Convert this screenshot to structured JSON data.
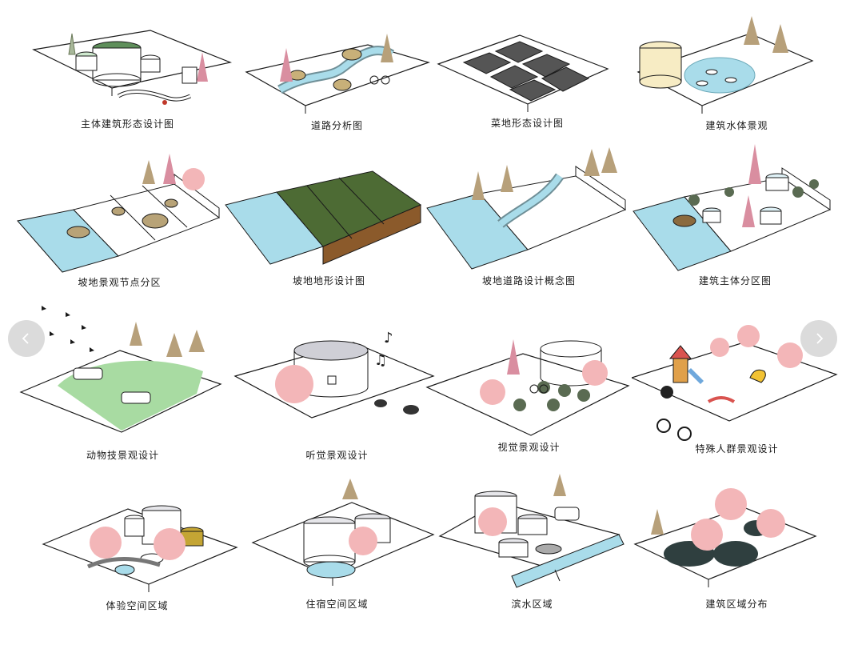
{
  "viewer": {
    "prev_icon": "chevron-left-icon",
    "next_icon": "chevron-right-icon"
  },
  "panels": [
    {
      "id": "r1c1",
      "caption": "主体建筑形态设计图"
    },
    {
      "id": "r1c2",
      "caption": "道路分析图"
    },
    {
      "id": "r1c3",
      "caption": "菜地形态设计图"
    },
    {
      "id": "r1c4",
      "caption": "建筑水体景观"
    },
    {
      "id": "r2c1",
      "caption": "坡地景观节点分区"
    },
    {
      "id": "r2c2",
      "caption": "坡地地形设计图"
    },
    {
      "id": "r2c3",
      "caption": "坡地道路设计概念图"
    },
    {
      "id": "r2c4",
      "caption": "建筑主体分区图"
    },
    {
      "id": "r3c1",
      "caption": "动物技景观设计"
    },
    {
      "id": "r3c2",
      "caption": "听觉景观设计"
    },
    {
      "id": "r3c3",
      "caption": "视觉景观设计"
    },
    {
      "id": "r3c4",
      "caption": "特殊人群景观设计"
    },
    {
      "id": "r4c1",
      "caption": "体验空间区域"
    },
    {
      "id": "r4c2",
      "caption": "住宿空间区域"
    },
    {
      "id": "r4c3",
      "caption": "滨水区域"
    },
    {
      "id": "r4c4",
      "caption": "建筑区域分布"
    }
  ],
  "colors": {
    "water": "#a9dcea",
    "blossom": "#f3b6b8",
    "pine": "#d98ea0",
    "field_dark": "#4d6b34",
    "pond": "#b8a377",
    "lawn": "#a8dba2",
    "dark_disc": "#2f3f3f",
    "line": "#1a1a1a"
  }
}
